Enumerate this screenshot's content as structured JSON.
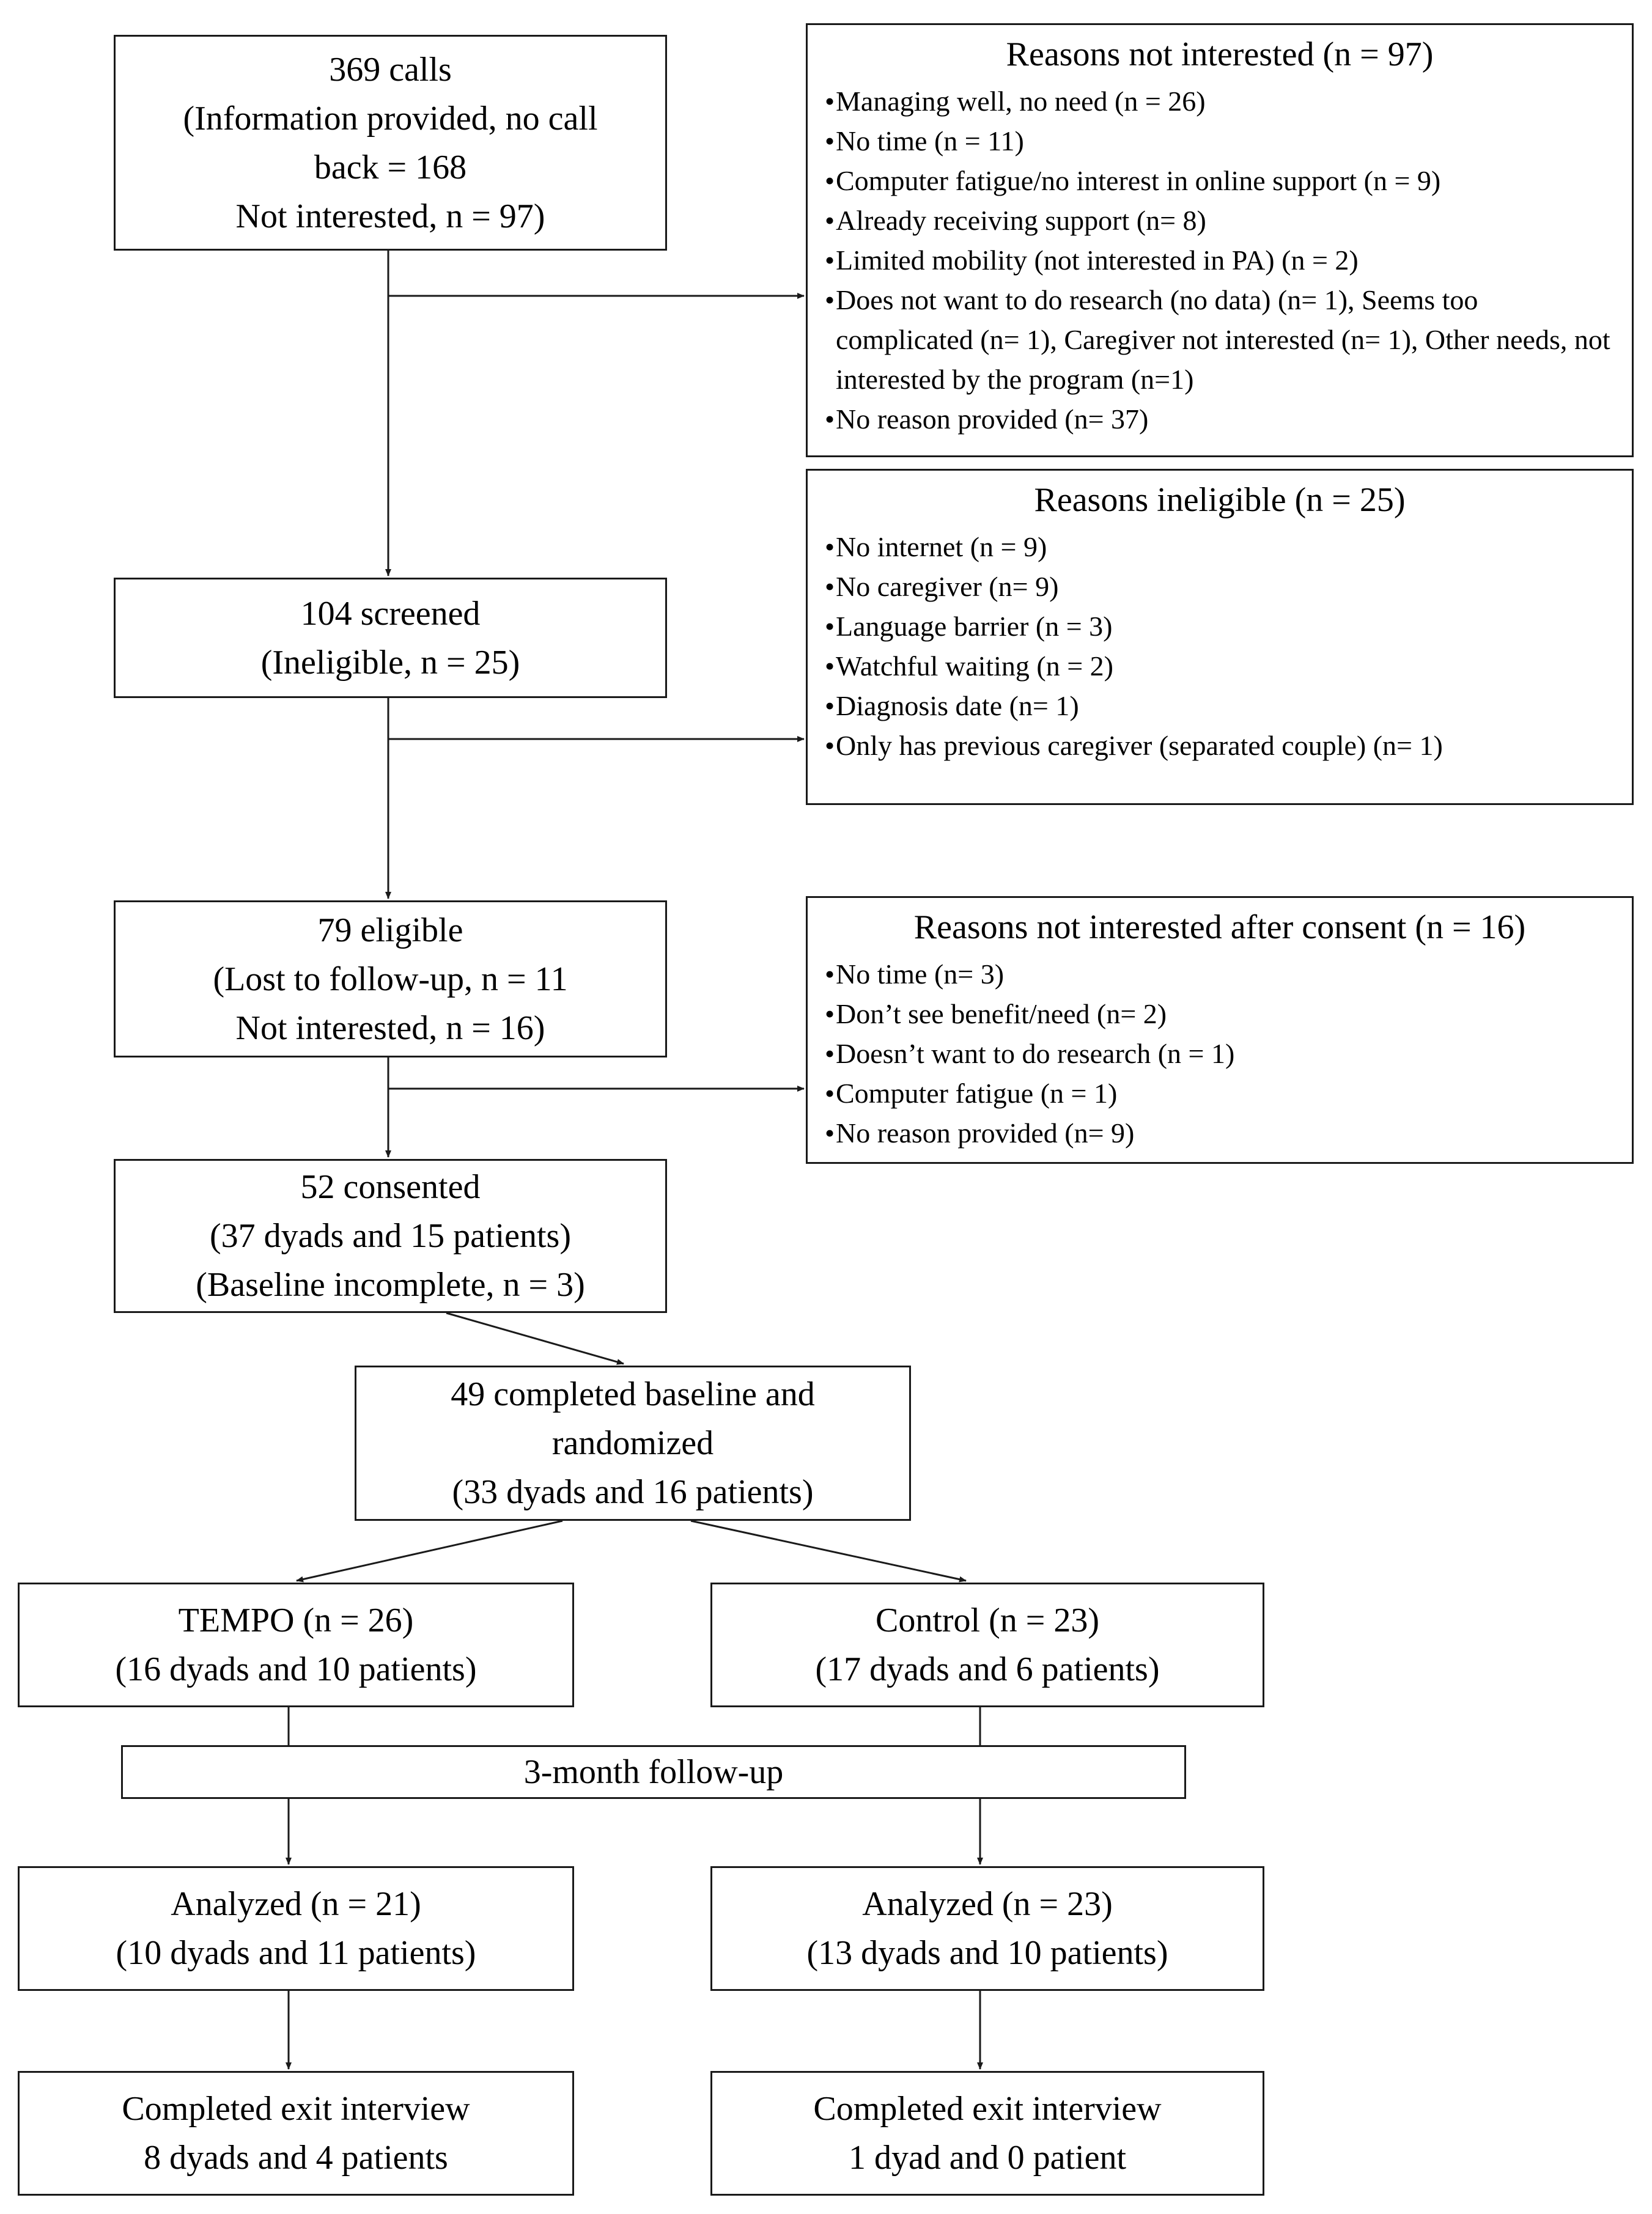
{
  "boxes": {
    "calls": [
      "369 calls",
      "(Information provided, no call",
      "back = 168",
      "Not interested, n = 97)"
    ],
    "screened": [
      "104 screened",
      "(Ineligible, n = 25)"
    ],
    "eligible": [
      "79 eligible",
      "(Lost to follow-up, n = 11",
      "Not interested, n = 16)"
    ],
    "consented": [
      "52 consented",
      "(37 dyads and 15 patients)",
      "(Baseline incomplete, n = 3)"
    ],
    "randomized": [
      "49 completed baseline and",
      "randomized",
      "(33 dyads and 16 patients)"
    ],
    "tempo": [
      "TEMPO (n = 26)",
      "(16 dyads and 10 patients)"
    ],
    "control": [
      "Control (n = 23)",
      "(17 dyads and 6 patients)"
    ],
    "followup": [
      "3-month follow-up"
    ],
    "analyzed_tempo": [
      "Analyzed (n = 21)",
      "(10 dyads and 11 patients)"
    ],
    "analyzed_control": [
      "Analyzed (n = 23)",
      "(13 dyads and 10 patients)"
    ],
    "exit_tempo": [
      "Completed exit interview",
      "8 dyads and 4 patients"
    ],
    "exit_control": [
      "Completed exit interview",
      "1 dyad and 0 patient"
    ]
  },
  "reasons_not_interested": {
    "title": "Reasons not interested (n = 97)",
    "items": [
      "Managing well, no need (n = 26)",
      "No time (n = 11)",
      "Computer fatigue/no interest in online support (n = 9)",
      "Already receiving support (n= 8)",
      "Limited mobility (not interested in PA) (n = 2)",
      "Does not want to do research (no data) (n= 1), Seems too complicated (n= 1), Caregiver not interested (n= 1), Other needs, not interested by the program (n=1)",
      "No reason provided (n= 37)"
    ]
  },
  "reasons_ineligible": {
    "title": "Reasons ineligible (n = 25)",
    "items": [
      "No internet (n = 9)",
      "No caregiver (n= 9)",
      "Language barrier (n = 3)",
      "Watchful waiting (n = 2)",
      "Diagnosis date (n= 1)",
      "Only has previous caregiver (separated couple) (n= 1)"
    ]
  },
  "reasons_after_consent": {
    "title": "Reasons not interested after consent (n = 16)",
    "items": [
      "No time (n= 3)",
      "Don’t see benefit/need (n= 2)",
      "Doesn’t want to do research (n = 1)",
      "Computer fatigue (n = 1)",
      "No reason provided (n= 9)"
    ]
  }
}
